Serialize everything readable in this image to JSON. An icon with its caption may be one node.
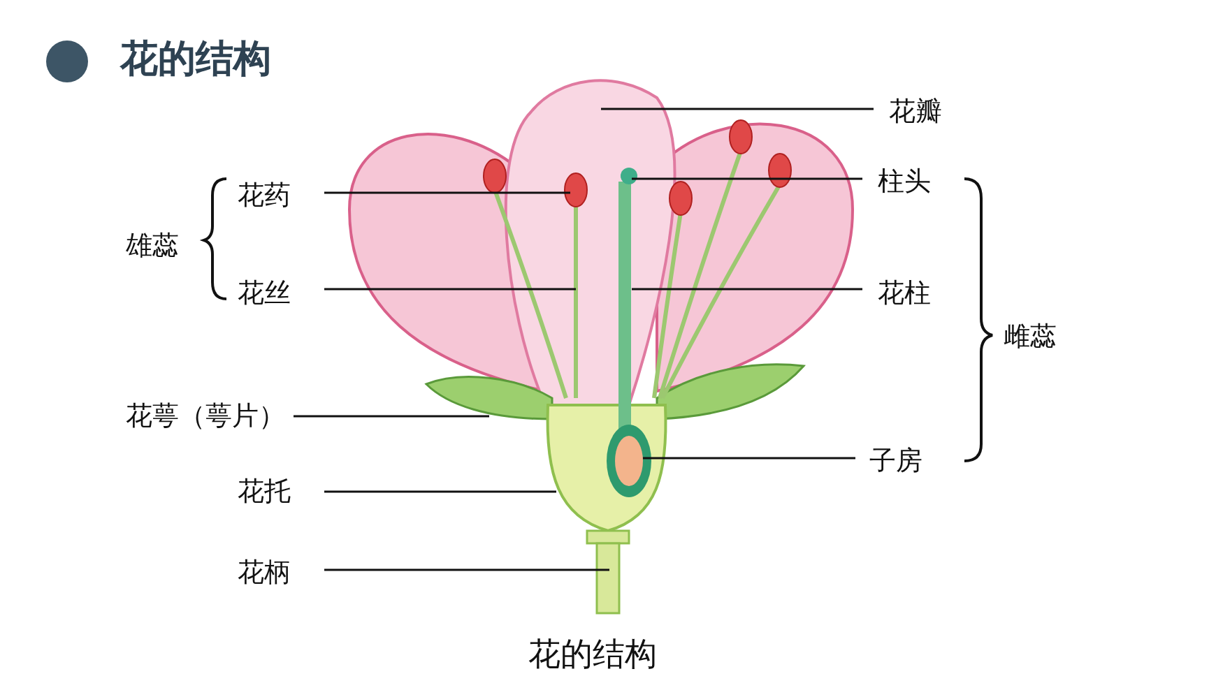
{
  "diagram": {
    "title": "花的结构",
    "caption": "花的结构",
    "nodes": [
      {
        "text": [
          "花瓣"
        ]
      },
      {
        "text": [
          "花药"
        ]
      },
      {
        "text": [
          "柱头"
        ]
      },
      {
        "text": [
          "花丝"
        ]
      },
      {
        "text": [
          "花柱"
        ]
      },
      {
        "text": [
          "花萼（萼片）"
        ]
      },
      {
        "text": [
          "子房"
        ]
      },
      {
        "text": [
          "花托"
        ]
      },
      {
        "text": [
          "花柄"
        ]
      }
    ],
    "edges": [
      {
        "from": 0,
        "to": null,
        "arrow": "none"
      },
      {
        "from": 1,
        "to": null,
        "arrow": "none"
      },
      {
        "from": 2,
        "to": null,
        "arrow": "none"
      },
      {
        "from": 3,
        "to": null,
        "arrow": "none"
      },
      {
        "from": 4,
        "to": null,
        "arrow": "none"
      },
      {
        "from": 5,
        "to": null,
        "arrow": "none"
      },
      {
        "from": 6,
        "to": null,
        "arrow": "none"
      },
      {
        "from": 7,
        "to": null,
        "arrow": "none"
      },
      {
        "from": 8,
        "to": null,
        "arrow": "none"
      }
    ],
    "labels": [
      "雄蕊",
      "雌蕊"
    ]
  }
}
